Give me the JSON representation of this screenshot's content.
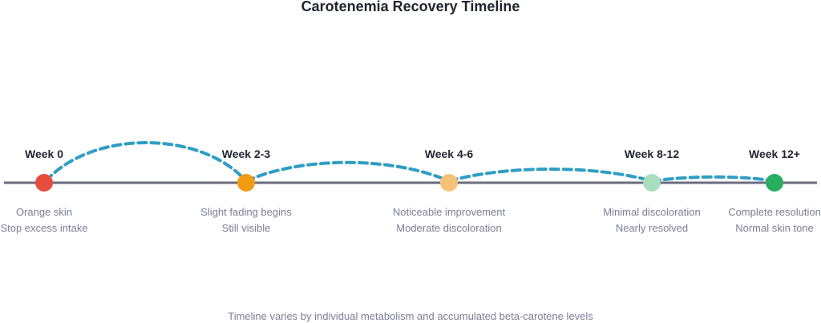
{
  "title": "Carotenemia Recovery Timeline",
  "milestones": [
    {
      "week": "Week 0",
      "line1": "Orange skin",
      "line2": "Stop excess intake",
      "color": "#e74c3c"
    },
    {
      "week": "Week 2-3",
      "line1": "Slight fading begins",
      "line2": "Still visible",
      "color": "#f39c12"
    },
    {
      "week": "Week 4-6",
      "line1": "Noticeable improvement",
      "line2": "Moderate discoloration",
      "color": "#f5c27a"
    },
    {
      "week": "Week 8-12",
      "line1": "Minimal discoloration",
      "line2": "Nearly resolved",
      "color": "#a9dfbf"
    },
    {
      "week": "Week 12+",
      "line1": "Complete resolution",
      "line2": "Normal skin tone",
      "color": "#27ae60"
    }
  ],
  "colors": {
    "axis": "#6b6e80",
    "arc": "#2e9ec4"
  },
  "footer": "Timeline varies by individual metabolism and accumulated beta-carotene levels"
}
